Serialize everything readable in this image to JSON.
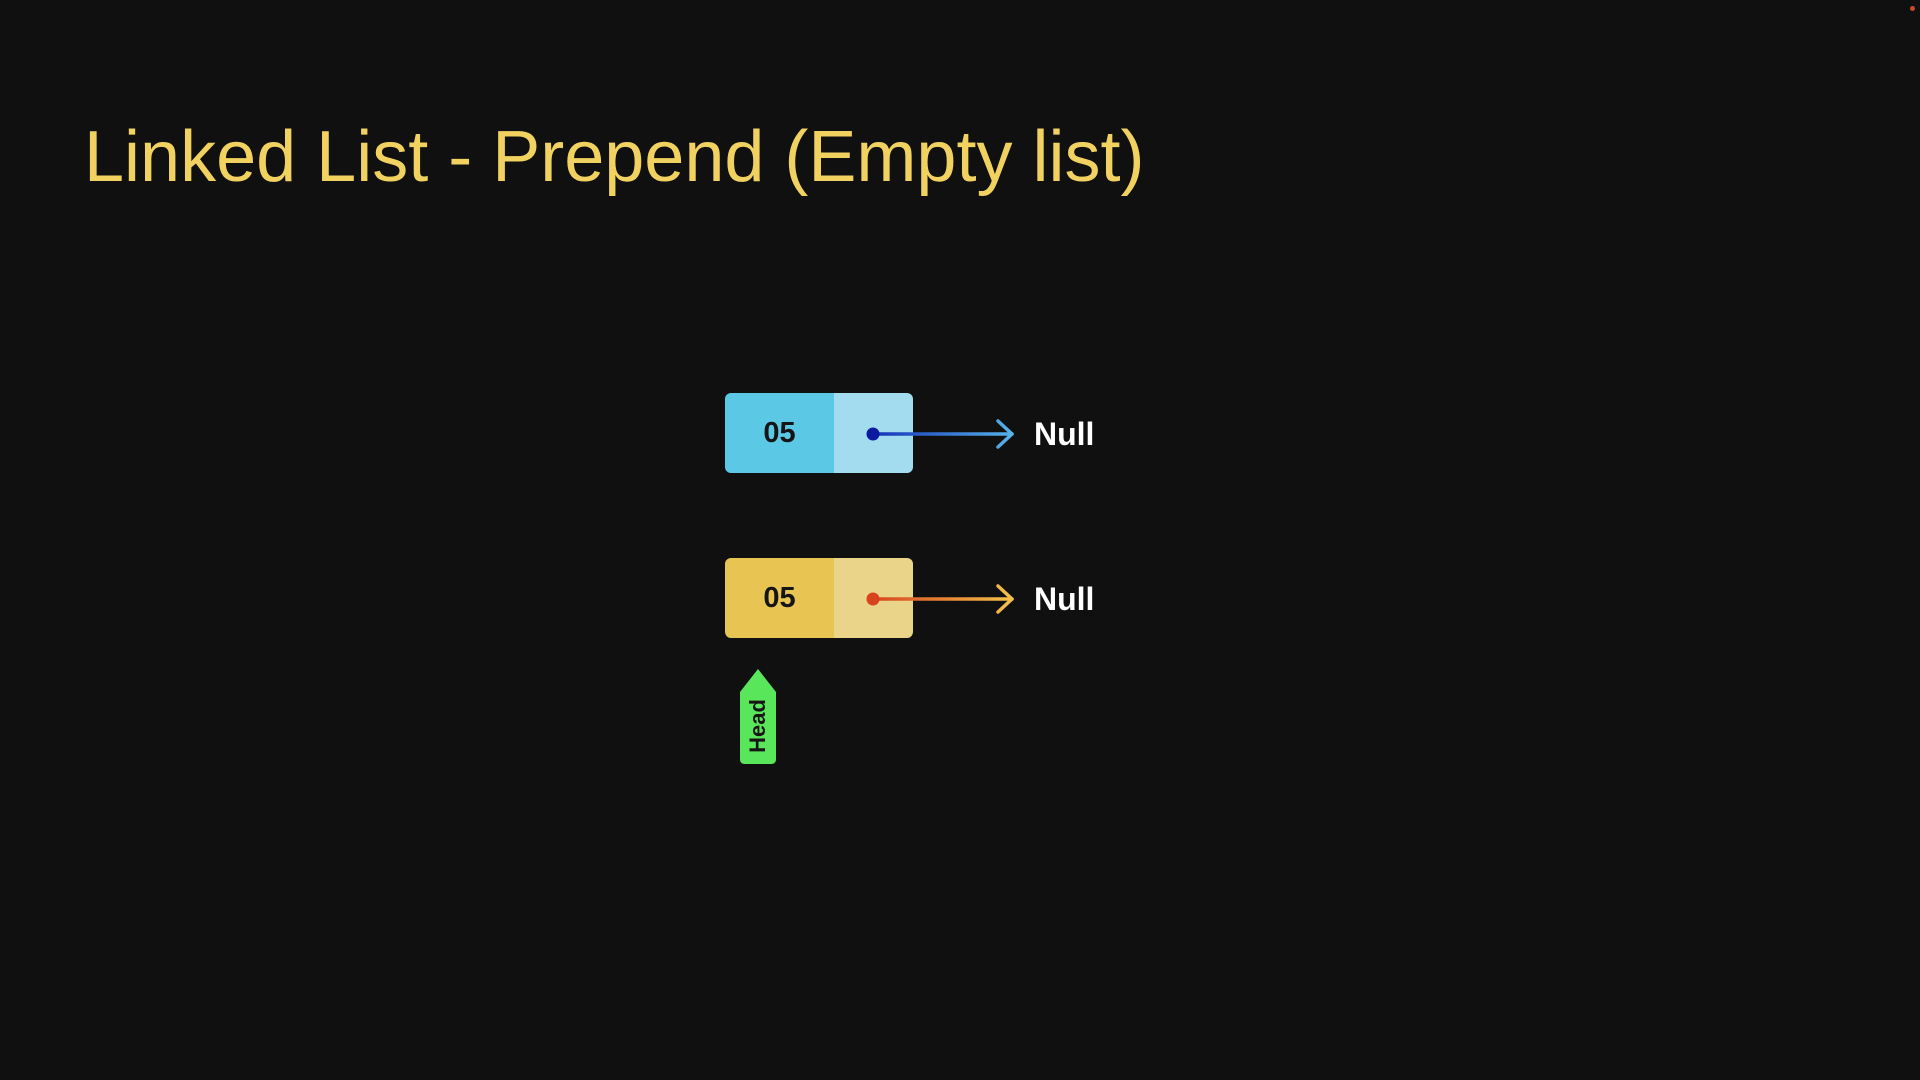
{
  "title": "Linked List - Prepend (Empty list)",
  "nodes": [
    {
      "value": "05",
      "next_label": "Null",
      "colors": {
        "value_fill": "#5bc8e6",
        "next_fill": "#a3dcee",
        "dot": "#0b1aa0",
        "arrow_start": "#1330b8",
        "arrow_end": "#57b3e8"
      }
    },
    {
      "value": "05",
      "next_label": "Null",
      "colors": {
        "value_fill": "#e8c553",
        "next_fill": "#e9d48a",
        "dot": "#d8431e",
        "arrow_start": "#d8431e",
        "arrow_end": "#f3c24a"
      }
    }
  ],
  "head_pointer": {
    "label": "Head",
    "color": "#5ae65a",
    "points_to_node": 1
  },
  "colors": {
    "background": "#101011",
    "title": "#f1d261",
    "null_text": "#ffffff"
  }
}
